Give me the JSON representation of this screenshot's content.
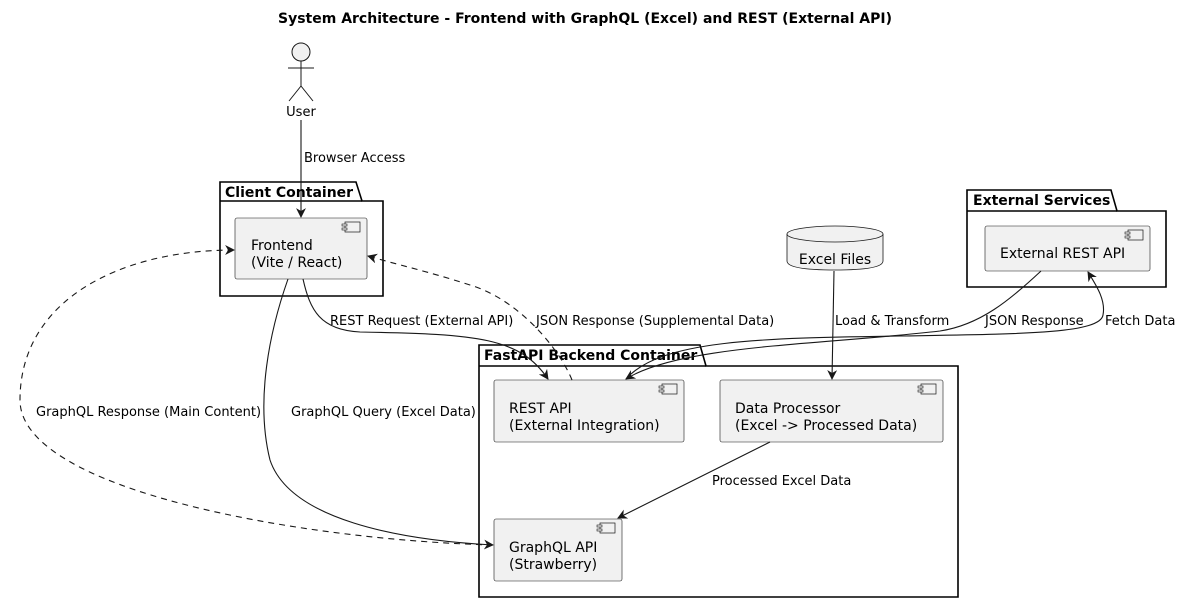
{
  "title": "System Architecture - Frontend with GraphQL (Excel) and REST (External API)",
  "actor": {
    "label": "User"
  },
  "packages": {
    "client": "Client Container",
    "backend": "FastAPI Backend Container",
    "external": "External Services"
  },
  "components": {
    "frontend": [
      "Frontend",
      "(Vite / React)"
    ],
    "rest_api": [
      "REST API",
      "(External Integration)"
    ],
    "data_processor": [
      "Data Processor",
      "(Excel -> Processed Data)"
    ],
    "graphql_api": [
      "GraphQL API",
      "(Strawberry)"
    ],
    "external_rest_api": [
      "External REST API"
    ]
  },
  "database": {
    "label": "Excel Files"
  },
  "edges": {
    "browser_access": "Browser Access",
    "rest_request": "REST Request (External API)",
    "json_response_supplemental": "JSON Response (Supplemental Data)",
    "load_transform": "Load & Transform",
    "json_response": "JSON Response",
    "fetch_data": "Fetch Data",
    "graphql_response": "GraphQL Response (Main Content)",
    "graphql_query": "GraphQL Query (Excel Data)",
    "processed_excel_data": "Processed Excel Data"
  }
}
